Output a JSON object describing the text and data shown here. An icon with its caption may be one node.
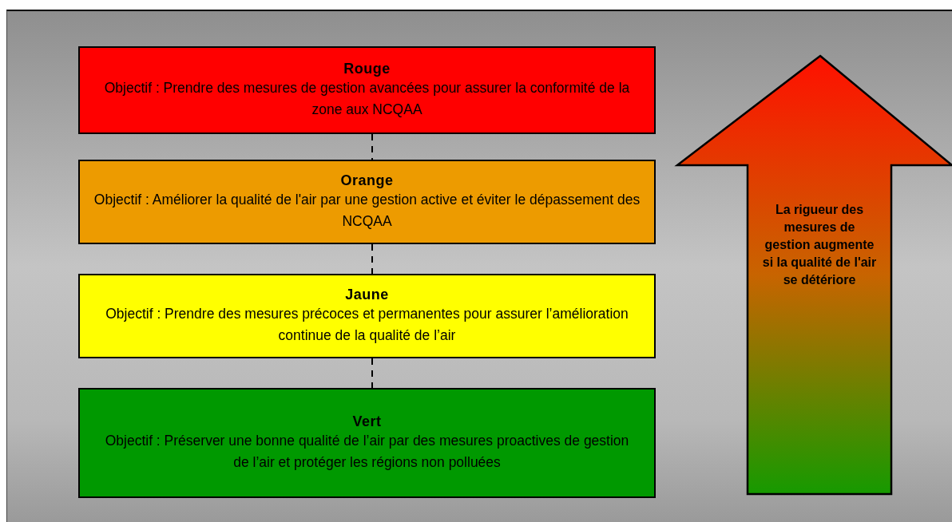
{
  "diagram": {
    "nodes": [
      {
        "text": [
          "Rouge",
          "Objectif : Prendre des mesures de gestion avancées pour assurer la conformité de la zone aux NCQAA"
        ]
      },
      {
        "text": [
          "Orange",
          "Objectif : Améliorer la qualité de l'air par une gestion active et éviter le dépassement des NCQAA"
        ]
      },
      {
        "text": [
          "Jaune",
          "Objectif : Prendre des mesures précoces et permanentes pour assurer l’amélioration continue de la qualité de l’air"
        ]
      },
      {
        "text": [
          "Vert",
          "Objectif : Préserver une bonne qualité de l’air par des mesures proactives de gestion de l’air et protéger les régions non polluées"
        ]
      },
      {
        "text": [
          "La rigueur des mesures de gestion augmente si la qualité de l'air se détériore"
        ]
      }
    ],
    "edges": [
      {
        "from": 0,
        "to": 1,
        "arrow": "none",
        "style": "dashed"
      },
      {
        "from": 1,
        "to": 2,
        "arrow": "none",
        "style": "dashed"
      },
      {
        "from": 2,
        "to": 3,
        "arrow": "none",
        "style": "dashed"
      }
    ]
  }
}
